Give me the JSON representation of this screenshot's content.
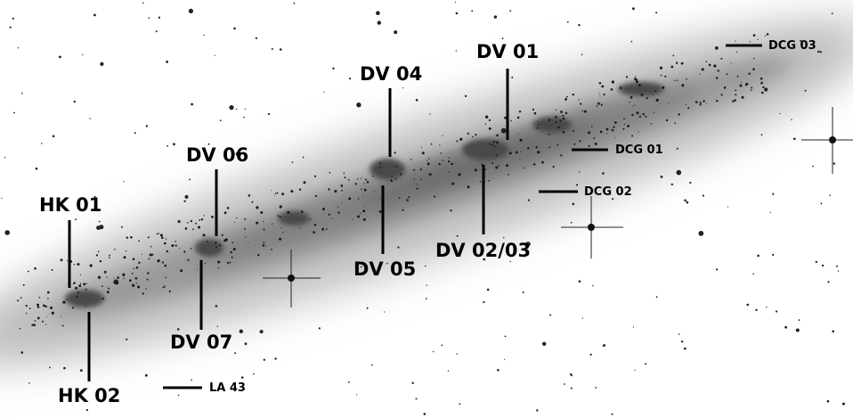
{
  "labels": {
    "dv01": "DV 01",
    "dv04": "DV 04",
    "dv06": "DV 06",
    "hk01": "HK 01",
    "dv05": "DV 05",
    "dv0203": "DV 02/03",
    "dv07": "DV 07",
    "hk02": "HK 02",
    "dcg01": "DCG 01",
    "dcg02": "DCG 02",
    "dcg03": "DCG 03",
    "la43": "LA 43"
  },
  "colors": {
    "background": "#ffffff",
    "ink": "#000000",
    "galaxy_core": "#5a5a5a"
  }
}
